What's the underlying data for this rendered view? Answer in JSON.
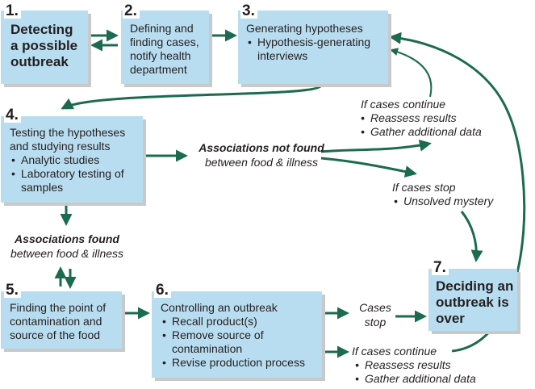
{
  "steps": {
    "s1": {
      "num": "1.",
      "title": "Detecting a possible outbreak"
    },
    "s2": {
      "num": "2.",
      "title": "Defining and finding cases, notify health department"
    },
    "s3": {
      "num": "3.",
      "title": "Generating hypotheses",
      "bullets": [
        "Hypothesis-generating interviews"
      ]
    },
    "s4": {
      "num": "4.",
      "title": "Testing the hypotheses and studying results",
      "bullets": [
        "Analytic studies",
        "Laboratory testing of samples"
      ]
    },
    "s5": {
      "num": "5.",
      "title": "Finding the point of contamination and source of the food"
    },
    "s6": {
      "num": "6.",
      "title": "Controlling an outbreak",
      "bullets": [
        "Recall product(s)",
        "Remove source of contamination",
        "Revise production process"
      ]
    },
    "s7": {
      "num": "7.",
      "title": "Deciding an outbreak is over"
    }
  },
  "notes": {
    "continue_upper": {
      "head": "If cases continue",
      "bullets": [
        "Reassess results",
        "Gather additional data"
      ]
    },
    "not_found": {
      "head": "Associations not found",
      "sub": "between food & illness"
    },
    "stop_upper": {
      "head": "If cases stop",
      "bullets": [
        "Unsolved mystery"
      ]
    },
    "found": {
      "head": "Associations found",
      "sub": "between food & illness"
    },
    "cases_stop": {
      "line1": "Cases",
      "line2": "stop"
    },
    "continue_lower": {
      "head": "If cases continue",
      "bullets": [
        "Reassess results",
        "Gather additional data"
      ]
    }
  },
  "colors": {
    "box_fill": "#b9ddf0",
    "arrow": "#1d6b4f",
    "shadow": "#c9c9c9",
    "thin_line": "#7aa892"
  }
}
